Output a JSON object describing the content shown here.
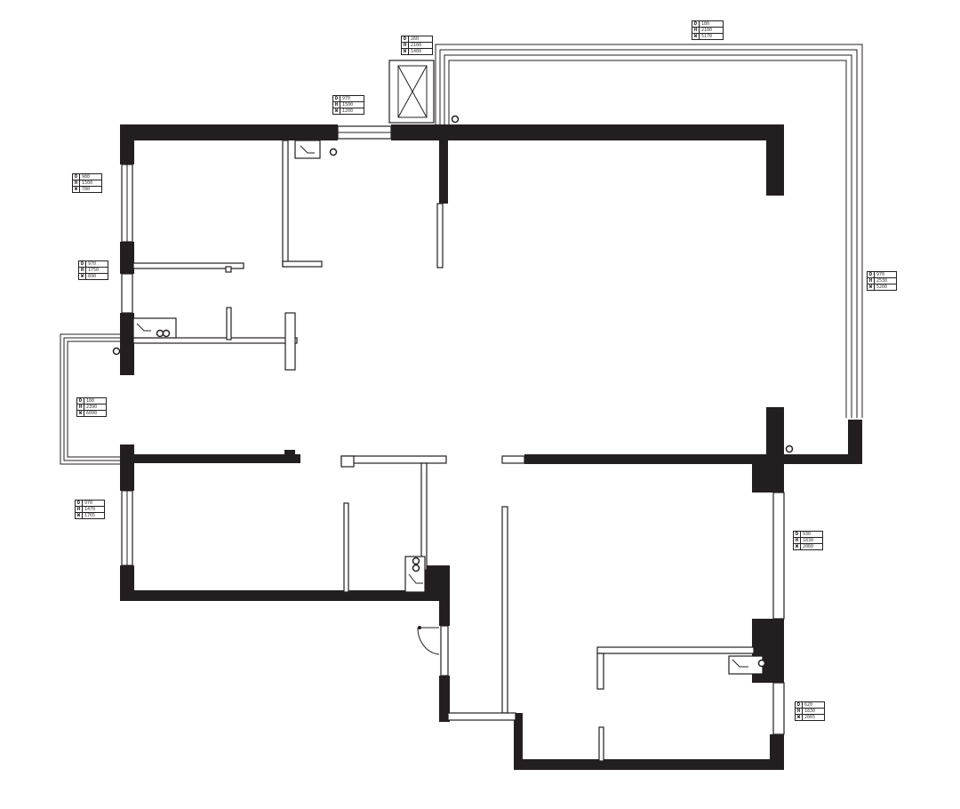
{
  "plan": {
    "colors": {
      "wall": "#231f20",
      "background": "#ffffff"
    },
    "icons": [
      "drain-icon",
      "pipe-icon",
      "door-swing-icon",
      "shaft-icon"
    ],
    "window_tags": [
      {
        "id": "tag-top-center",
        "d": "260",
        "h": "2100",
        "w": "1400"
      },
      {
        "id": "tag-top-left-window",
        "d": "970",
        "h": "1500",
        "w": "1200"
      },
      {
        "id": "tag-balcony-top",
        "d": "180",
        "h": "2100",
        "w": "5170"
      },
      {
        "id": "tag-left-upper",
        "d": "980",
        "h": "1500",
        "w": "780"
      },
      {
        "id": "tag-left-middle",
        "d": "970",
        "h": "1750",
        "w": "890"
      },
      {
        "id": "tag-bay-window",
        "d": "180",
        "h": "2390",
        "w": "6090"
      },
      {
        "id": "tag-left-lower",
        "d": "970",
        "h": "1470",
        "w": "1765"
      },
      {
        "id": "tag-right-balcony",
        "d": "970",
        "h": "2530",
        "w": "5200"
      },
      {
        "id": "tag-right-middle",
        "d": "930",
        "h": "1830",
        "w": "2060"
      },
      {
        "id": "tag-right-lower",
        "d": "620",
        "h": "1830",
        "w": "2065"
      }
    ]
  }
}
